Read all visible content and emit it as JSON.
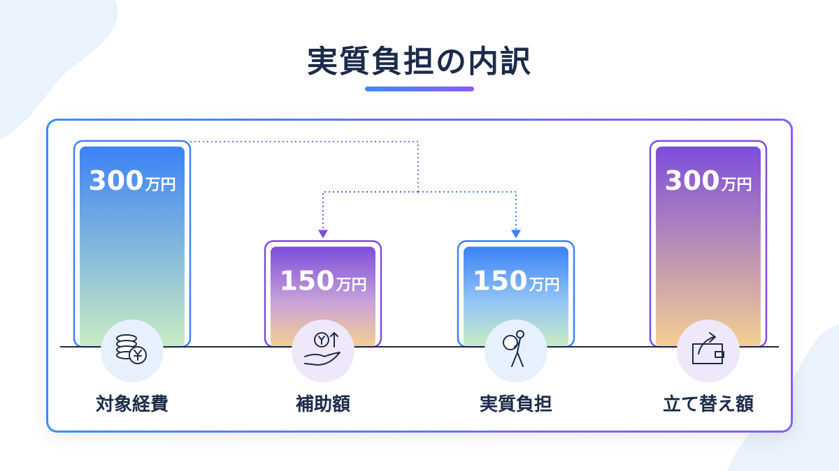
{
  "chart_data": {
    "type": "bar",
    "title": "実質負担の内訳",
    "unit": "万円",
    "categories": [
      "対象経費",
      "補助額",
      "実質負担",
      "立て替え額"
    ],
    "values": [
      300,
      150,
      150,
      300
    ],
    "value_labels": [
      "300",
      "150",
      "150",
      "300"
    ],
    "icons": [
      "coins-yen-icon",
      "hand-yen-icon",
      "person-carrying-bag-icon",
      "wallet-arrow-icon"
    ],
    "ylim": [
      0,
      300
    ],
    "grid": false,
    "legend": "none",
    "annotations": [
      {
        "type": "split-arrow",
        "from": "対象経費",
        "to": [
          "補助額",
          "実質負担"
        ]
      }
    ],
    "colors": {
      "blue": "#3b82f6",
      "purple": "#7c4ddb",
      "green_light": "#c9ecc4",
      "orange_light": "#f5cf93",
      "text_dark": "#1c2b4a"
    }
  }
}
